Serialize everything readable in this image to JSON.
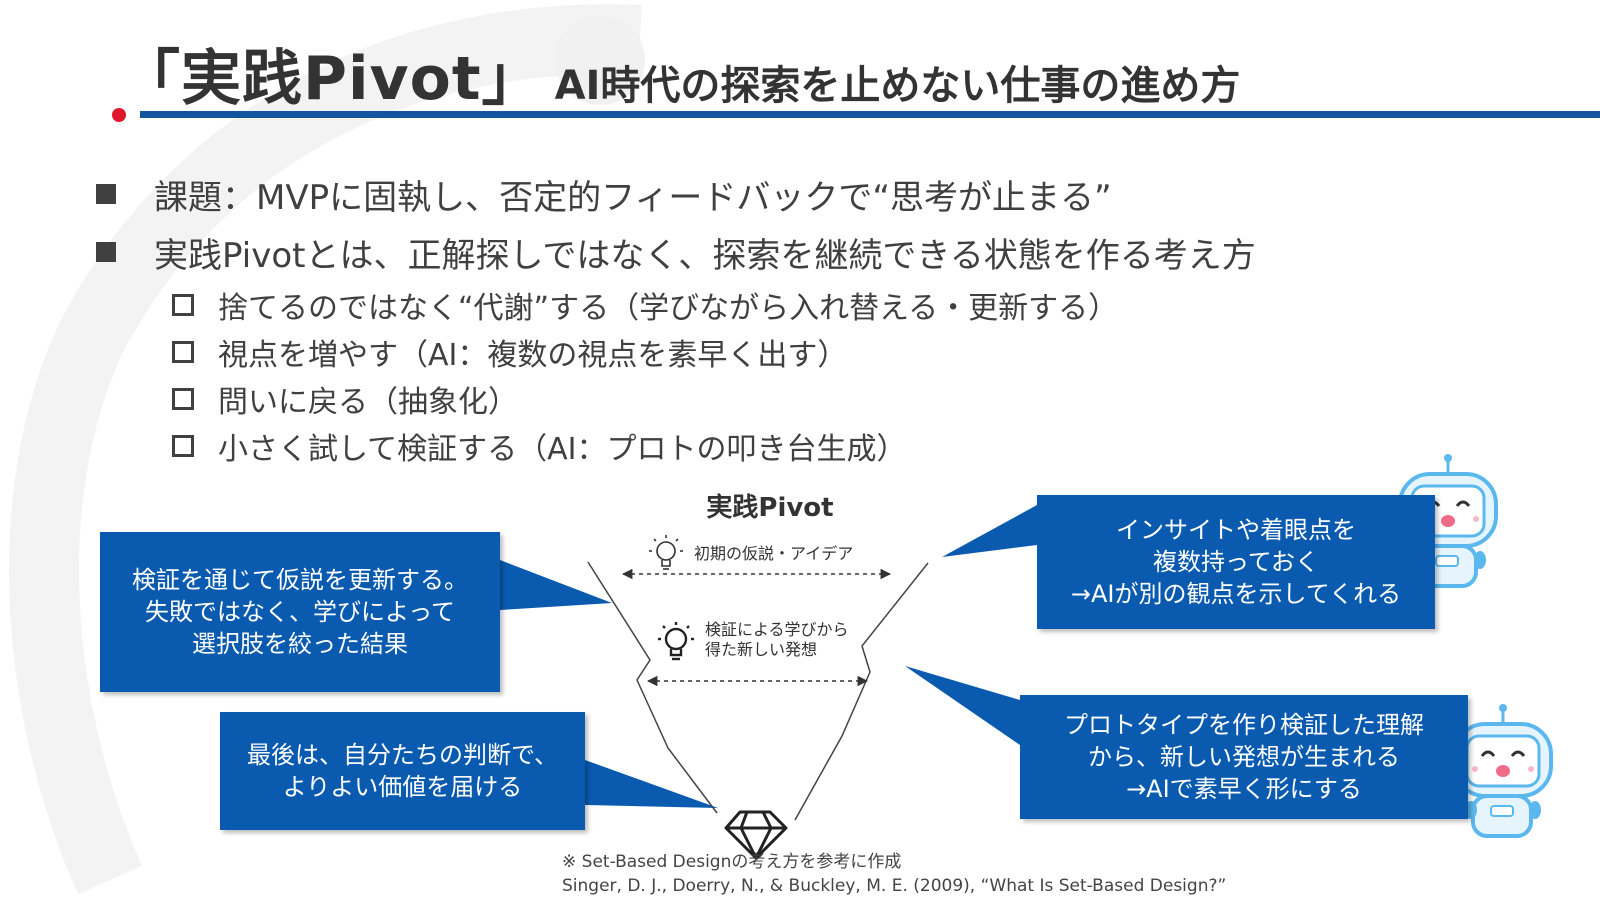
{
  "title": {
    "main": "「実践Pivot」",
    "sub": "AI時代の探索を止めない仕事の進め方"
  },
  "bullets": [
    {
      "text": "課題：MVPに固執し、否定的フィードバックで“思考が止まる”"
    },
    {
      "text": "実践Pivotとは、正解探しではなく、探索を継続できる状態を作る考え方"
    }
  ],
  "sub_bullets": [
    {
      "text": "捨てるのではなく“代謝”する（学びながら入れ替える・更新する）"
    },
    {
      "text": "視点を増やす（AI：複数の視点を素早く出す）"
    },
    {
      "text": "問いに戻る（抽象化）"
    },
    {
      "text": "小さく試して検証する（AI：プロトの叩き台生成）"
    }
  ],
  "diagram": {
    "title": "実践Pivot",
    "label_initial": "初期の仮説・アイデア",
    "label_learning_1": "検証による学びから",
    "label_learning_2": "得た新しい発想"
  },
  "callouts": {
    "left_top": [
      "検証を通じて仮説を更新する。",
      "失敗ではなく、学びによって",
      "選択肢を絞った結果"
    ],
    "left_bottom": [
      "最後は、自分たちの判断で、",
      "よりよい価値を届ける"
    ],
    "right_top": [
      "インサイトや着眼点を",
      "複数持っておく",
      "→AIが別の観点を示してくれる"
    ],
    "right_bottom": [
      "プロトタイプを作り検証した理解",
      "から、新しい発想が生まれる",
      "→AIで素早く形にする"
    ]
  },
  "note": {
    "line1": "※ Set-Based Designの考え方を参考に作成",
    "line2": "Singer, D. J., Doerry, N., & Buckley, M. E. (2009), “What Is Set-Based Design?”"
  },
  "colors": {
    "accent_blue": "#0a5bb0",
    "title_bar": "#1455a0",
    "red_dot": "#e0172b",
    "robot": "#5bb8ee"
  },
  "icons": [
    "lightbulb-icon",
    "diamond-icon",
    "robot-icon",
    "square-bullet-icon",
    "hollow-square-bullet-icon"
  ]
}
